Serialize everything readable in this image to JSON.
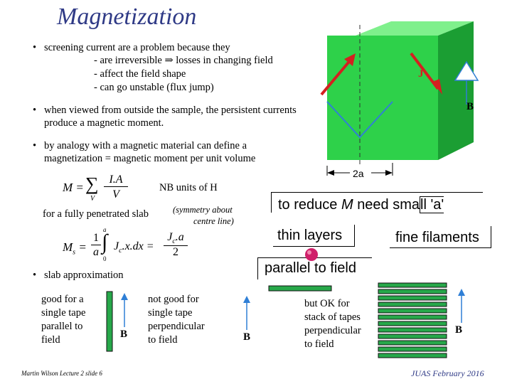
{
  "title": "Magnetization",
  "bullets": {
    "b1": "screening current are a problem because they",
    "b1_sub1": "- are irreversible",
    "b1_sub1_arrow": "⇒",
    "b1_sub1b": "losses in changing field",
    "b1_sub2": "- affect the field shape",
    "b1_sub3": "- can go unstable (flux jump)",
    "b2_l1": "when viewed from outside the sample, the persistent currents",
    "b2_l2": "produce a magnetic moment.",
    "b3_l1": "by analogy with a magnetic material can define a",
    "b3_l2": "magnetization = magnetic moment per unit volume",
    "b4": "slab approximation",
    "bullet_glyph": "•"
  },
  "equations": {
    "m_lhs": "M =",
    "m_sum": "∑",
    "m_sum_sub": "V",
    "m_frac_num": "I.A",
    "m_frac_den": "V",
    "ms_lhs": "M",
    "ms_sub": "s",
    "ms_eq": "=",
    "ms_frac_num": "1",
    "ms_frac_den": "a",
    "ms_int": "∫",
    "ms_int_up": "a",
    "ms_int_lo": "0",
    "ms_integrand": "J",
    "ms_integrand_sub": "c",
    "ms_integrand_rest": ".x.dx =",
    "ms_rhs_num": "J",
    "ms_rhs_num_sub": "c",
    "ms_rhs_num_rest": ".a",
    "ms_rhs_den": "2"
  },
  "labels": {
    "nb_units": "NB units of H",
    "fully_penetrated": "for a fully penetrated slab",
    "symmetry": "(symmetry about",
    "centre_line": "centre line)",
    "j": "J",
    "b_top": "B",
    "two_a": "2a",
    "reduce_pre": "to reduce",
    "reduce_m": "M",
    "reduce_mid": "need sma",
    "reduce_post": "ll 'a'",
    "thin_pre": "thin layer",
    "thin_post": "s",
    "fine_pre": "fine filament",
    "fine_post": "s",
    "parallel": "parallel to field",
    "good_l1": "good for a",
    "good_l2": "single tape",
    "good_l3": "parallel to",
    "good_l4": "field",
    "notgood_l1": "not good for",
    "notgood_l2": "single tape",
    "notgood_l3": "perpendicular",
    "notgood_l4": "to field",
    "ok_l1": "but OK for",
    "ok_l2": "stack of tapes",
    "ok_l3": "perpendicular",
    "ok_l4": "to field",
    "b1": "B",
    "b2": "B",
    "b3": "B",
    "footer_left": "Martin Wilson Lecture 2 slide 6",
    "footer_right": "JUAS February 2016"
  },
  "colors": {
    "title": "#2f3a86",
    "slab_front": "#2ed14a",
    "slab_side": "#1b9e33",
    "slab_top": "#7ff08c",
    "j_red": "#d42020",
    "b_blue": "#2f7fd6",
    "tape_green": "#27a84a",
    "pin": "#d0206a"
  }
}
